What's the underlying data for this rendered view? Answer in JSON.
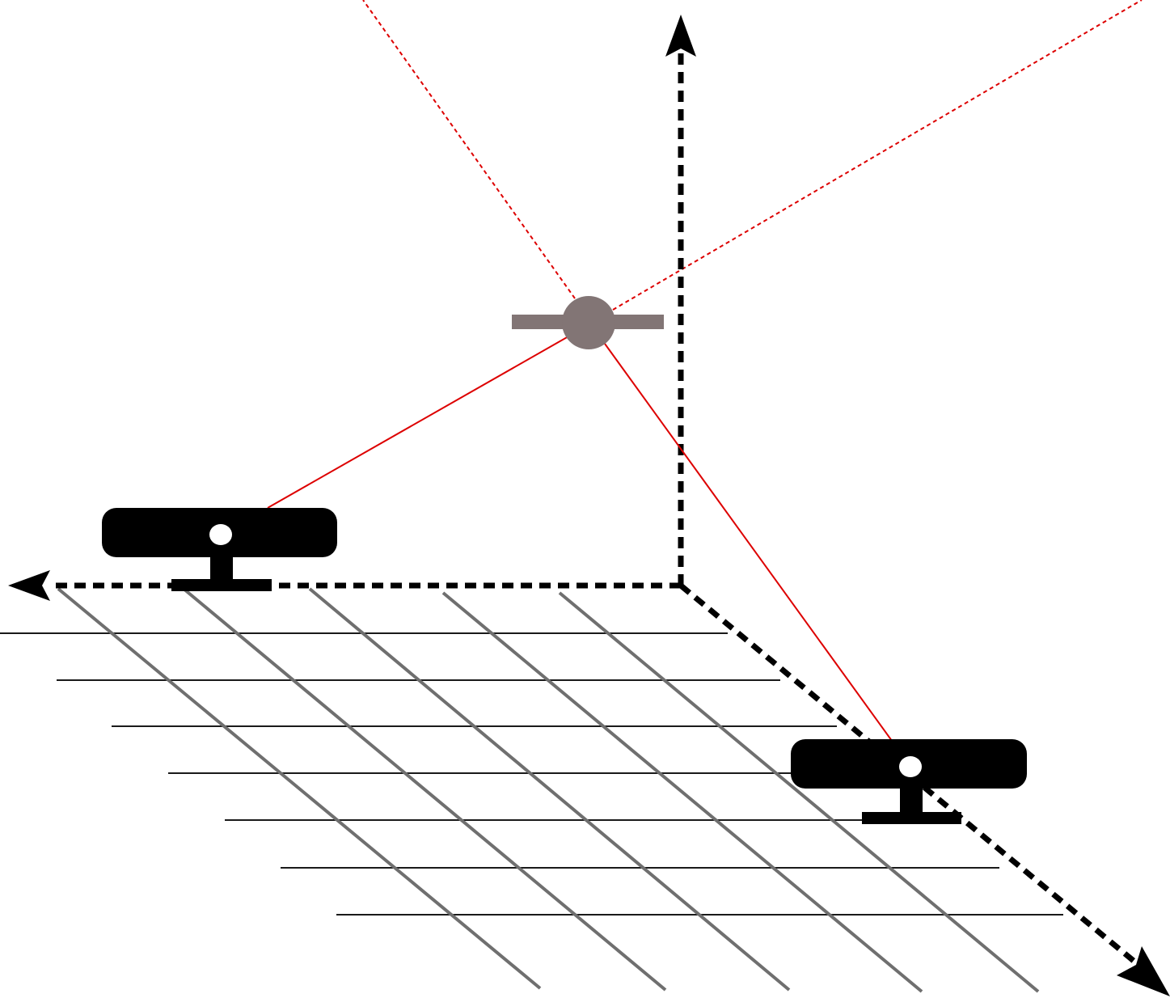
{
  "diagram": {
    "colors": {
      "background": "#ffffff",
      "axis": "#000000",
      "floor_grid_h": "#1a1a1a",
      "floor_grid_diag": "#6f6f6f",
      "camera_body": "#000000",
      "camera_lens": "#ffffff",
      "target": "#827575",
      "ray": "#dd0000"
    },
    "elements": [
      "floor-grid",
      "axis-x",
      "axis-y",
      "axis-z",
      "camera-left",
      "camera-right",
      "tracked-target",
      "ray-left",
      "ray-right"
    ]
  }
}
